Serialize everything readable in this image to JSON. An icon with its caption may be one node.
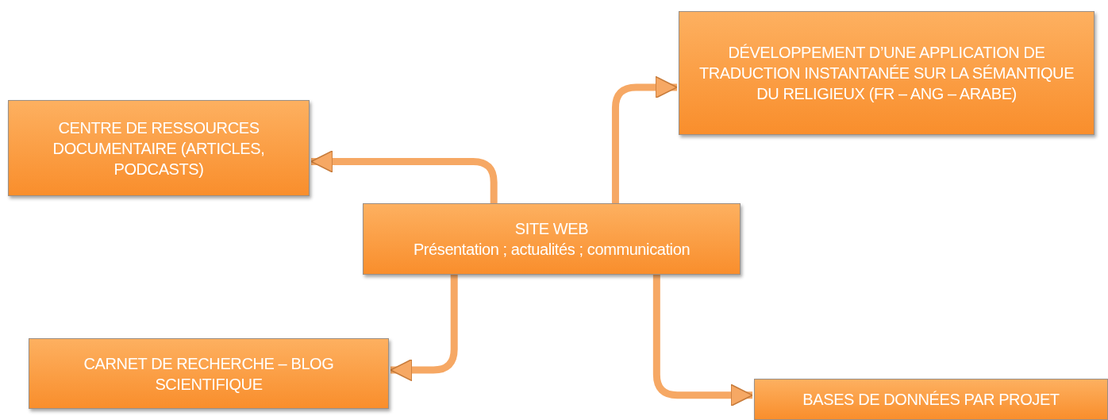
{
  "diagram": {
    "nodes": [
      {
        "text": [
          "SITE WEB",
          "Présentation ; actualités ; communication"
        ]
      },
      {
        "text": [
          "CENTRE DE RESSOURCES DOCUMENTAIRE (ARTICLES, PODCASTS)"
        ]
      },
      {
        "text": [
          "DÉVELOPPEMENT D’UNE APPLICATION DE TRADUCTION INSTANTANÉE SUR LA SÉMANTIQUE DU RELIGIEUX (FR – ANG – ARABE)"
        ]
      },
      {
        "text": [
          "CARNET DE RECHERCHE – BLOG SCIENTIFIQUE"
        ]
      },
      {
        "text": [
          "BASES DE DONNÉES PAR PROJET"
        ]
      }
    ],
    "edges": [
      {
        "from": 0,
        "to": 1,
        "arrow": "to"
      },
      {
        "from": 0,
        "to": 2,
        "arrow": "to"
      },
      {
        "from": 0,
        "to": 3,
        "arrow": "to"
      },
      {
        "from": 0,
        "to": 4,
        "arrow": "to"
      }
    ]
  }
}
